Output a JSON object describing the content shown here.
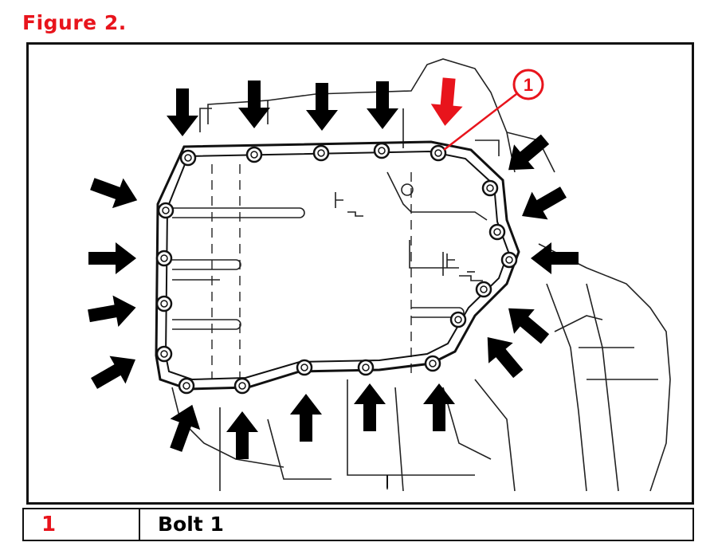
{
  "figure": {
    "title": "Figure 2.",
    "callout_label": "1"
  },
  "legend": {
    "rows": [
      {
        "number": "1",
        "description": "Bolt 1"
      }
    ]
  },
  "colors": {
    "accent": "#e8141c",
    "line": "#111111"
  }
}
